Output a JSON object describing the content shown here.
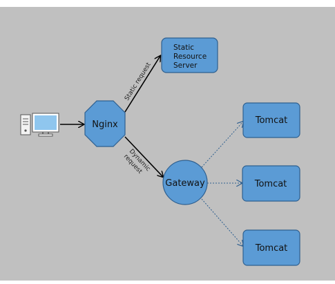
{
  "colors": {
    "background": "#c0c0c0",
    "node_fill": "#5b9bd5",
    "node_stroke": "#2e5f8f",
    "arrow_solid": "#000000",
    "arrow_dotted": "#2e5f8f"
  },
  "icons": {
    "client": "desktop-computer-icon"
  },
  "nodes": {
    "nginx": {
      "label": "Nginx"
    },
    "static_server": {
      "lines": [
        "Static",
        "Resource",
        "Server"
      ]
    },
    "gateway": {
      "label": "Gateway"
    },
    "tomcat_1": {
      "label": "Tomcat"
    },
    "tomcat_2": {
      "label": "Tomcat"
    },
    "tomcat_3": {
      "label": "Tomcat"
    }
  },
  "edges": {
    "static_request": {
      "label": "Static request"
    },
    "dynamic_request": {
      "lines": [
        "Dynamic",
        "request"
      ]
    }
  }
}
